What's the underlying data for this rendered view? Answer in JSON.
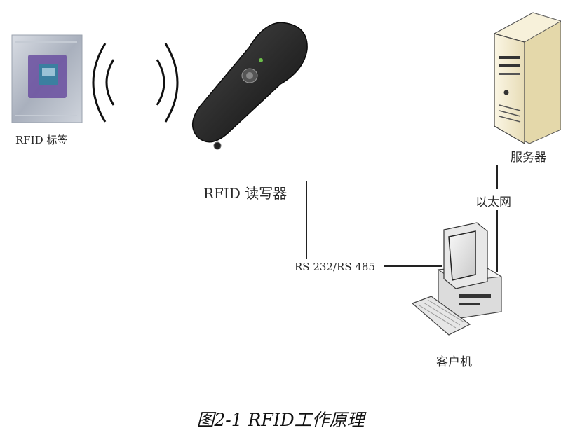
{
  "labels": {
    "tag": "RFID 标签",
    "reader": "RFID 读写器",
    "server": "服务器",
    "ethernet": "以太网",
    "serial": "RS 232/RS 485",
    "client": "客户机"
  },
  "caption": "图2-1 RFID工作原理",
  "icons": {
    "tag": "rfid-tag-icon",
    "waves": "radio-wave-icon",
    "reader": "handheld-reader-icon",
    "server": "server-tower-icon",
    "client": "desktop-computer-icon"
  },
  "colors": {
    "line": "#222222",
    "reader_body": "#2b2b2b",
    "server_body": "#f3ecd2",
    "computer_body": "#ececec",
    "tag_purple": "#6a4fa0",
    "tag_silver": "#b9c0cc"
  }
}
